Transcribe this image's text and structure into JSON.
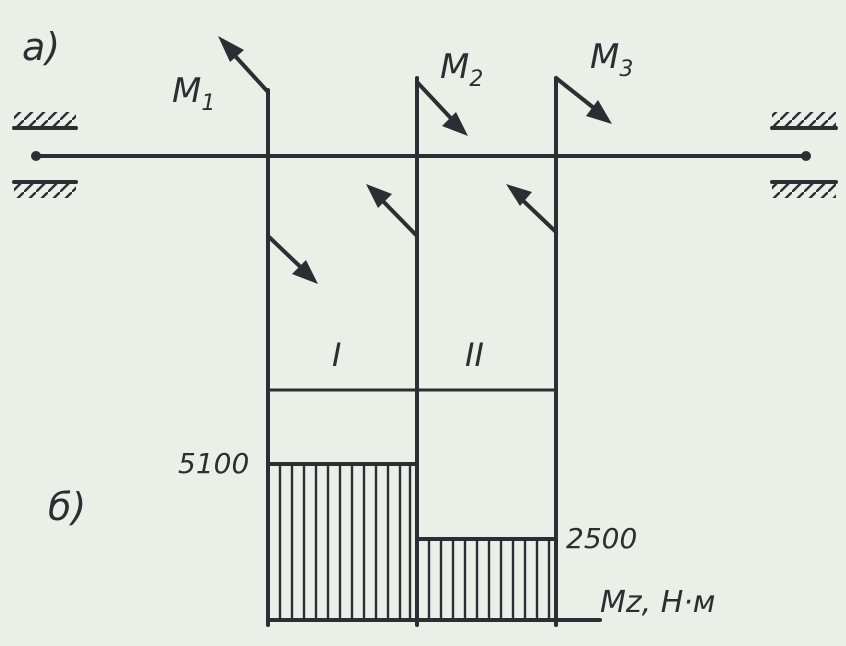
{
  "part_labels": {
    "a": "а)",
    "b": "б)"
  },
  "moments": {
    "m1": "M",
    "m1_sub": "1",
    "m2": "M",
    "m2_sub": "2",
    "m3": "M",
    "m3_sub": "3"
  },
  "sections": {
    "s1": "I",
    "s2": "II"
  },
  "diagram_values": {
    "left": "5100",
    "right": "2500"
  },
  "axis_label": "Mz, Н·м"
}
